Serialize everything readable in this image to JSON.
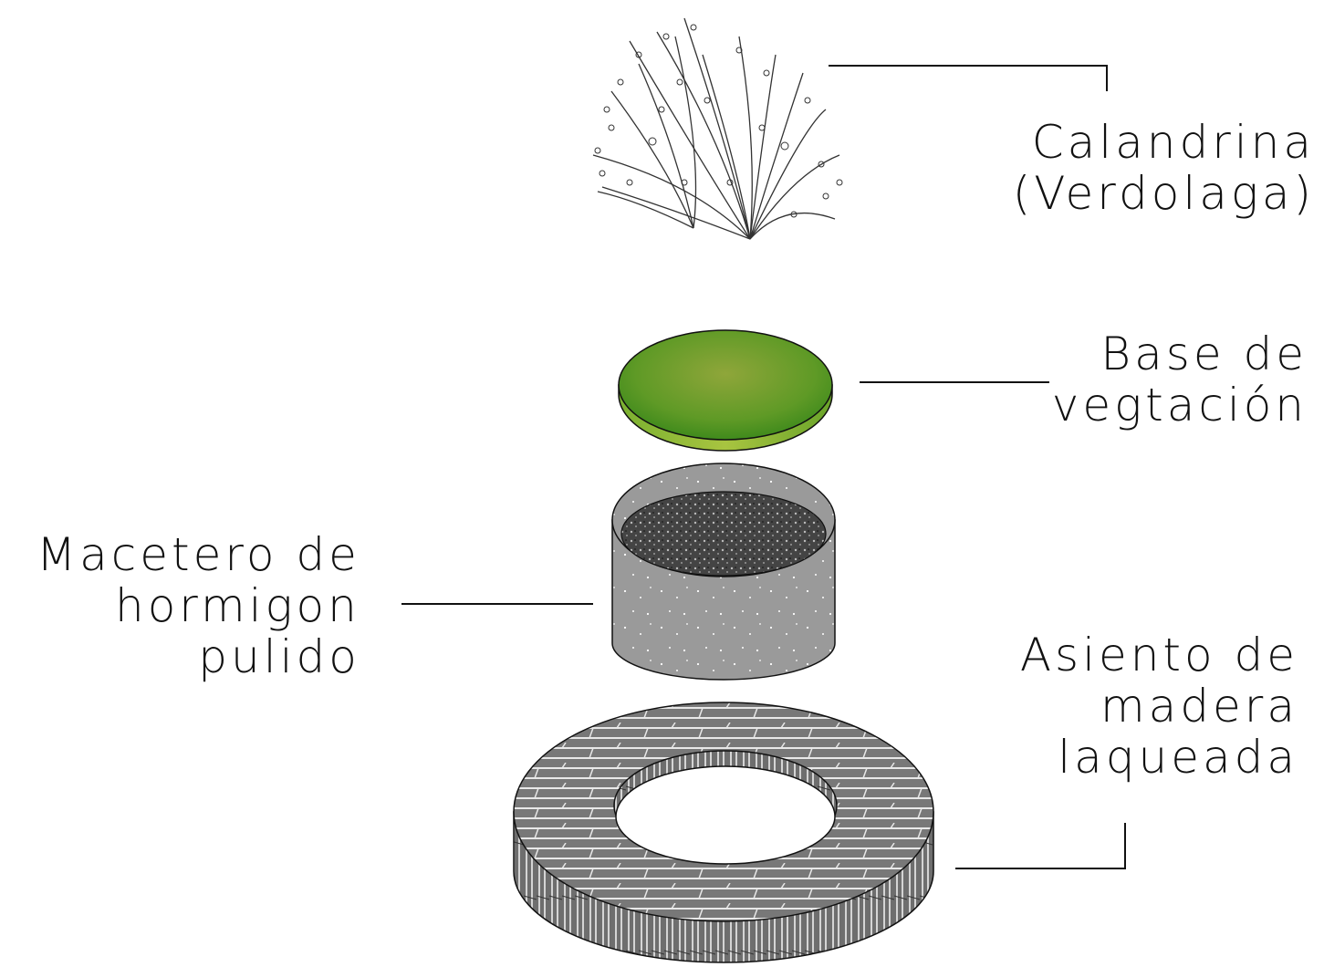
{
  "labels": {
    "plant": {
      "line1": "Calandrina",
      "line2": "(Verdolaga)"
    },
    "base": {
      "line1": "Base de",
      "line2": "vegtación"
    },
    "pot": {
      "line1": "Macetero de",
      "line2": "hormigon",
      "line3": "pulido"
    },
    "seat": {
      "line1": "Asiento de",
      "line2": "madera",
      "line3": "laqueada"
    }
  },
  "colors": {
    "base_green": "#6aa42a",
    "base_rim": "#9ac23a",
    "concrete": "#9a9a9a",
    "soil": "#3a3a3a",
    "wood": "#777777",
    "stroke": "#111111"
  }
}
